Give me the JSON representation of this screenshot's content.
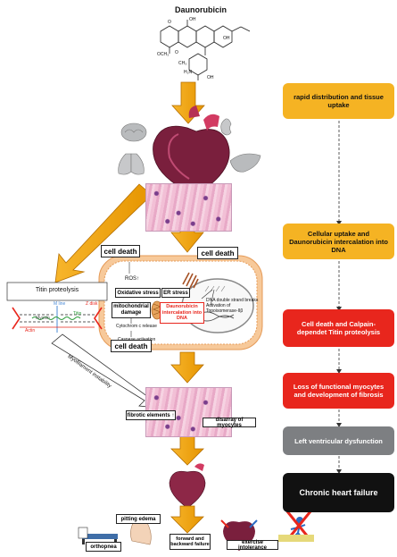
{
  "title": "Daunorubicin",
  "stages": [
    {
      "label": "rapid distribution and tissue uptake",
      "color": "#f5b323"
    },
    {
      "label": "Cellular uptake and Daunorubicin intercalation into DNA",
      "color": "#f5b323"
    },
    {
      "label": "Cell death and Calpain-dependet Titin proteolysis",
      "color": "#e8261d"
    },
    {
      "label": "Loss of functional myocytes and development of fibrosis",
      "color": "#e8261d"
    },
    {
      "label": "Left ventricular dysfunction",
      "color": "#7d7f82"
    },
    {
      "label": "Chronic heart failure",
      "color": "#111111"
    }
  ],
  "cell": {
    "cell_death_left": "cell death",
    "cell_death_right": "cell death",
    "cell_death_bottom": "cell death",
    "ros": "ROS↑",
    "oxidative_stress": "Oxidative stress",
    "er_stress": "ER stress",
    "mito_damage": "mitochondrial damage",
    "dauno_intercalation": "Daunorubicin intercalation into DNA",
    "dna_break": "DNA double strand breaks Activation of Topoisomerase-IIβ",
    "cytochrome": "Cytochrom c release",
    "caspase": "Caspase activation"
  },
  "titin": {
    "title": "Titin proteolysis",
    "m_line": "M line",
    "z_disk": "Z disk",
    "titin": "Titin",
    "myosin": "Myosin",
    "actin": "Actin",
    "instability": "Myofilament instability"
  },
  "tissue": {
    "fibrotic": "fibrotic elements ↑",
    "disarray": "disarray of myocytes"
  },
  "symptoms": {
    "pitting_edema": "pitting edema",
    "orthopnea": "orthopnea",
    "failure": "forward and backward failure",
    "exercise": "exercise intolerance"
  },
  "molecule_labels": [
    "OH",
    "OH",
    "OCH₃",
    "O",
    "O",
    "CH₃",
    "H₂N",
    "OH"
  ],
  "colors": {
    "arrow": "#f2a516",
    "arrow_edge": "#b56f00",
    "membrane": "#f7c99a",
    "accent_red": "#e8261d"
  }
}
